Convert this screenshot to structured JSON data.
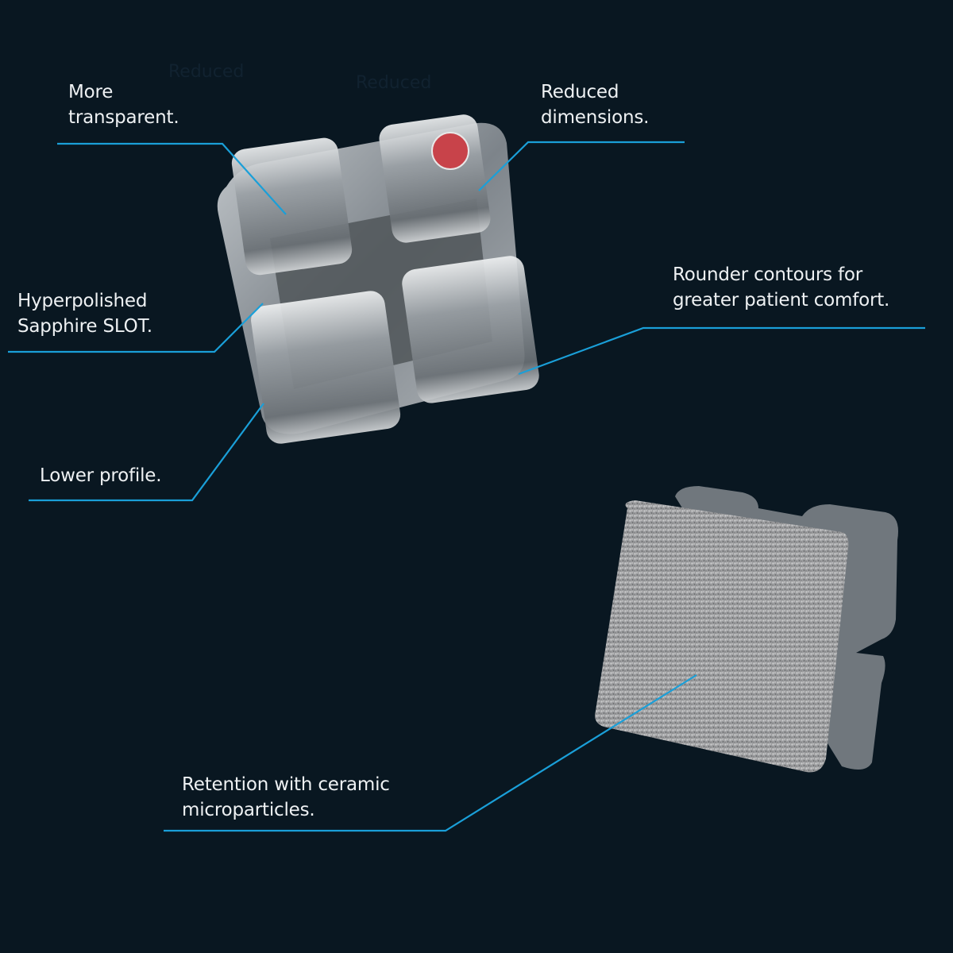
{
  "ghost_text": [
    "Reduced",
    "Reduced"
  ],
  "callouts": [
    {
      "id": "more-transparent",
      "text": "More\ntransparent."
    },
    {
      "id": "reduced-dimensions",
      "text": "Reduced\ndimensions."
    },
    {
      "id": "hyperpolished-slot",
      "text": "Hyperpolished\nSapphire SLOT."
    },
    {
      "id": "rounder-contours",
      "text": "Rounder contours for\ngreater patient comfort."
    },
    {
      "id": "lower-profile",
      "text": "Lower profile."
    },
    {
      "id": "retention",
      "text": "Retention with ceramic\nmicroparticles."
    }
  ],
  "colors": {
    "background": "#091721",
    "leader_line": "#1a9fd8",
    "marker_dot": "#c8434a",
    "label": "#eef1f3"
  }
}
